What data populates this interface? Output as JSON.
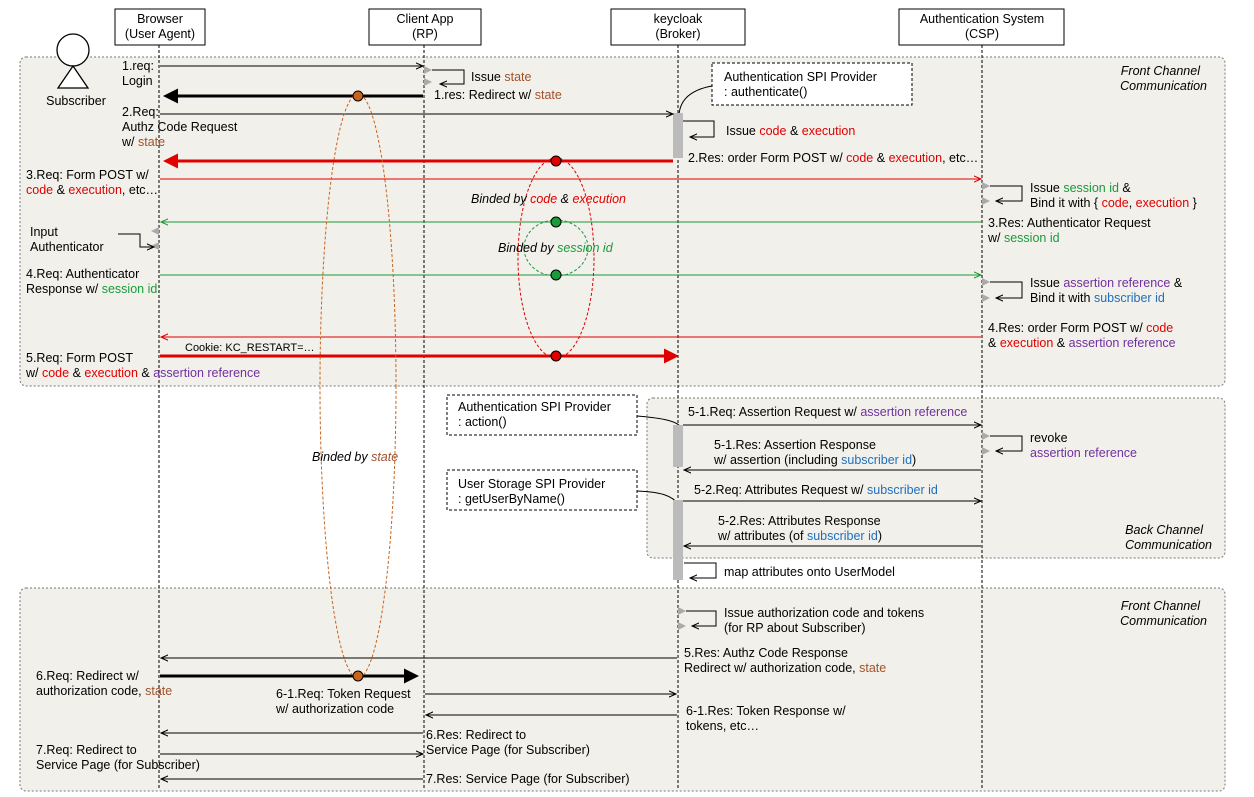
{
  "actors": {
    "browser": [
      "Browser",
      "(User Agent)"
    ],
    "rp": [
      "Client App",
      "(RP)"
    ],
    "broker": [
      "keycloak",
      "(Broker)"
    ],
    "csp": [
      "Authentication System",
      "(CSP)"
    ]
  },
  "subscriber": "Subscriber",
  "regions": {
    "front_top": [
      "Front Channel",
      "Communication"
    ],
    "back": [
      "Back Channel",
      "Communication"
    ],
    "front_bottom": [
      "Front Channel",
      "Communication"
    ]
  },
  "providers": {
    "authenticate": [
      "Authentication SPI Provider",
      ": authenticate()"
    ],
    "action": [
      "Authentication SPI Provider",
      ": action()"
    ],
    "user_storage": [
      "User Storage SPI Provider",
      ": getUserByName()"
    ]
  },
  "messages": {
    "m1_req": [
      "1.req:",
      "Login"
    ],
    "issue_state": [
      "Issue ",
      "state"
    ],
    "m1_res": [
      "1.res: Redirect w/ ",
      "state"
    ],
    "m2_req": [
      "2.Req:",
      "Authz Code Request",
      "w/ ",
      "state"
    ],
    "issue_code": [
      "Issue ",
      "code",
      " & ",
      "execution"
    ],
    "m2_res": [
      "2.Res: order Form POST w/ ",
      "code",
      " & ",
      "execution",
      ", etc…"
    ],
    "m3_req": [
      "3.Req: Form POST w/",
      "code",
      " & ",
      "execution",
      ", etc…"
    ],
    "issue_sid": [
      "Issue ",
      "session id",
      " &"
    ],
    "bind_code": [
      "Bind",
      " it with { ",
      "code",
      ", ",
      "execution",
      " }"
    ],
    "binded_code": [
      "Binded by ",
      "code",
      " & ",
      "execution"
    ],
    "m3_res": [
      "3.Res: Authenticator Request",
      "w/ ",
      "session id"
    ],
    "input_auth": [
      "Input",
      "Authenticator"
    ],
    "binded_sid": [
      "Binded by ",
      "session id"
    ],
    "m4_req": [
      "4.Req: Authenticator",
      "Response w/ ",
      "session id"
    ],
    "issue_aref": [
      "Issue ",
      "assertion reference",
      " &"
    ],
    "bind_uid": [
      "Bind",
      " it with ",
      "subscriber id"
    ],
    "m4_res": [
      "4.Res: order Form POST w/ ",
      "code",
      "& ",
      "execution",
      " & ",
      "assertion reference"
    ],
    "cookie": "Cookie: KC_RESTART=…",
    "m5_req": [
      "5.Req: Form POST",
      "w/ ",
      "code",
      " & ",
      "execution",
      " & ",
      "assertion reference"
    ],
    "binded_state": [
      "Binded by ",
      "state"
    ],
    "m51_req": [
      "5-1.Req: Assertion Request w/ ",
      "assertion reference"
    ],
    "revoke": [
      "revoke",
      "assertion reference"
    ],
    "m51_res": [
      "5-1.Res: Assertion Response",
      "w/ assertion (including ",
      "subscriber id",
      ")"
    ],
    "m52_req": [
      "5-2.Req: Attributes Request w/ ",
      "subscriber id"
    ],
    "m52_res": [
      "5-2.Res: Attributes Response",
      "w/ attributes (of ",
      "subscriber id",
      ")"
    ],
    "map_attr": "map attributes onto UserModel",
    "issue_tokens": [
      "Issue authorization code and tokens",
      "(for RP about Subscriber)"
    ],
    "m5_res": [
      "5.Res: Authz Code Response",
      "Redirect w/ authorization code, ",
      "state"
    ],
    "m6_req": [
      "6.Req: Redirect w/",
      "authorization code, ",
      "state"
    ],
    "m61_req": [
      "6-1.Req: Token Request",
      "w/ authorization code"
    ],
    "m61_res": [
      "6-1.Res: Token Response w/",
      "tokens, etc…"
    ],
    "m6_res": [
      "6.Res: Redirect to",
      "Service Page (for Subscriber)"
    ],
    "m7_req": [
      "7.Req: Redirect to",
      "Service Page (for Subscriber)"
    ],
    "m7_res": "7.Res: Service Page (for Subscriber)"
  },
  "colors": {
    "state": "#a0522d",
    "code_execution": "#e00000",
    "session_id": "#1a9a3a",
    "assertion_reference": "#7030a0",
    "subscriber_id": "#1f6fbf"
  }
}
